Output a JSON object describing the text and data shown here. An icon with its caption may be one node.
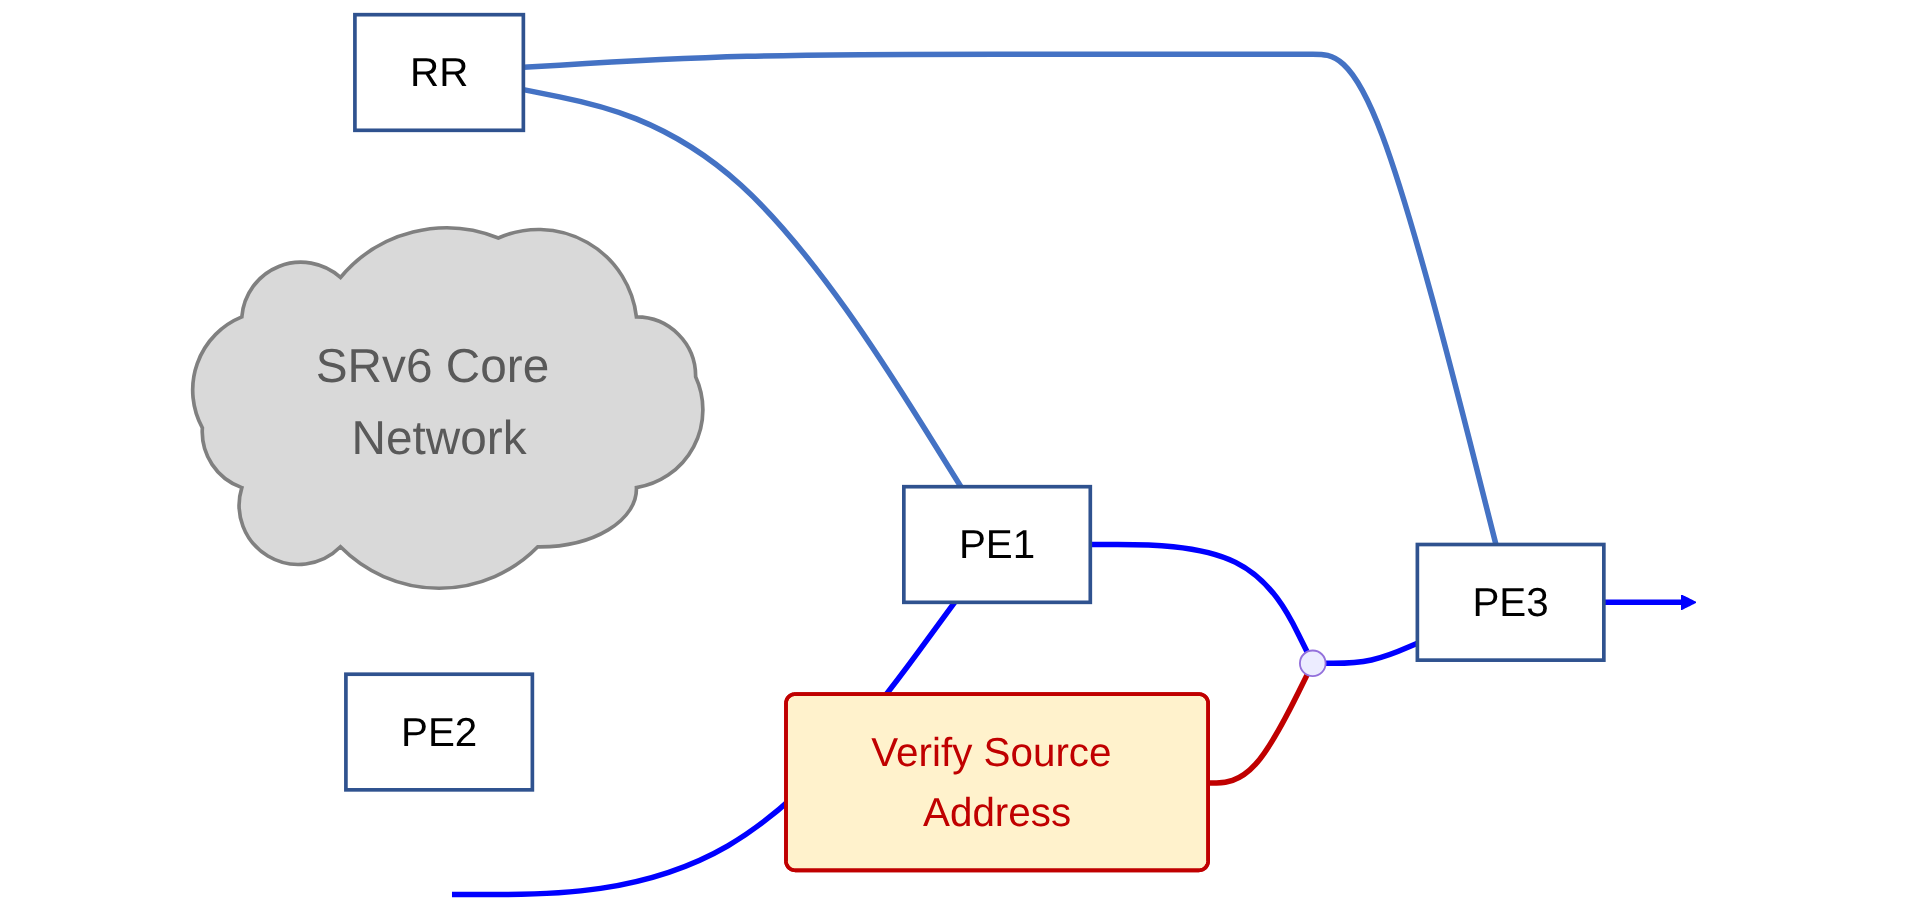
{
  "diagram": {
    "nodes": [
      {
        "text": [
          "RR"
        ]
      },
      {
        "text": [
          "SRv6 Core Network"
        ]
      },
      {
        "text": [
          "PE1"
        ]
      },
      {
        "text": [
          "PE3"
        ]
      },
      {
        "text": [
          "PE2"
        ]
      },
      {
        "text": [],
        "shape": "circle"
      },
      {
        "text": [
          "Verify Source Address"
        ]
      }
    ],
    "edges": [
      {
        "from": 0,
        "to": 2,
        "arrow": "none",
        "color": "#4472c4"
      },
      {
        "from": 0,
        "to": 3,
        "arrow": "none",
        "color": "#4472c4"
      },
      {
        "from": null,
        "to": 2,
        "arrow": "none"
      },
      {
        "from": 2,
        "to": 5,
        "arrow": "none"
      },
      {
        "from": 5,
        "to": 3,
        "arrow": "none"
      },
      {
        "from": 3,
        "to": null,
        "arrow": "to"
      },
      {
        "from": 6,
        "to": 5,
        "arrow": "none",
        "color": "#c00000"
      }
    ]
  }
}
